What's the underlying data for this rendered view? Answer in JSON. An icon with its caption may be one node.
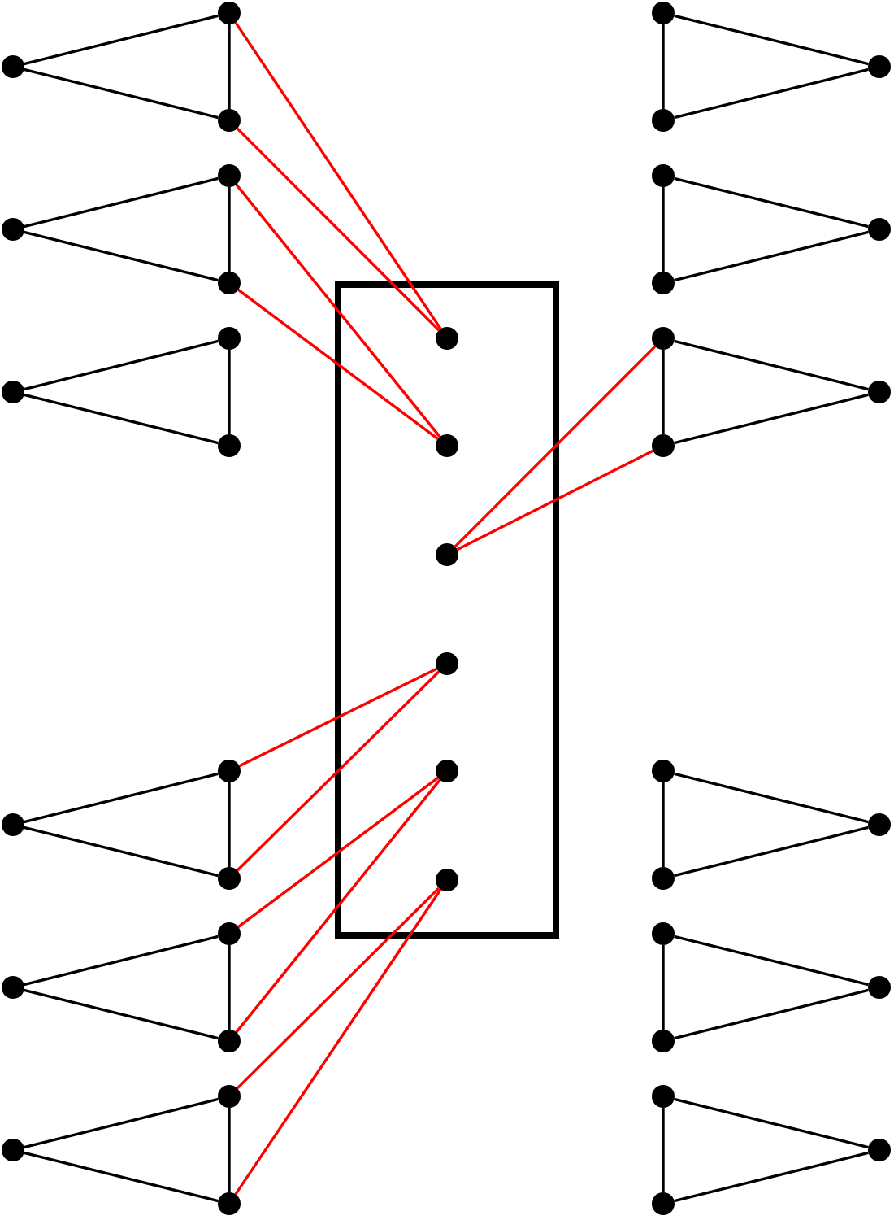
{
  "diagram": {
    "nodes": [
      {
        "text": [],
        "shape": "circle"
      },
      {
        "text": [],
        "shape": "circle"
      },
      {
        "text": [],
        "shape": "circle"
      },
      {
        "text": [],
        "shape": "circle"
      },
      {
        "text": [],
        "shape": "circle"
      },
      {
        "text": [],
        "shape": "circle"
      },
      {
        "text": [],
        "shape": "circle"
      },
      {
        "text": [],
        "shape": "circle"
      },
      {
        "text": [],
        "shape": "circle"
      },
      {
        "text": [],
        "shape": "circle"
      },
      {
        "text": [],
        "shape": "circle"
      },
      {
        "text": [],
        "shape": "circle"
      },
      {
        "text": [],
        "shape": "circle"
      },
      {
        "text": [],
        "shape": "circle"
      },
      {
        "text": [],
        "shape": "circle"
      },
      {
        "text": [],
        "shape": "circle"
      },
      {
        "text": [],
        "shape": "circle"
      },
      {
        "text": [],
        "shape": "circle"
      },
      {
        "text": [],
        "shape": "box"
      },
      {
        "text": [],
        "shape": "circle",
        "in": 18
      },
      {
        "text": [],
        "shape": "circle",
        "in": 18
      },
      {
        "text": [],
        "shape": "circle",
        "in": 18
      },
      {
        "text": [],
        "shape": "circle",
        "in": 18
      },
      {
        "text": [],
        "shape": "circle",
        "in": 18
      },
      {
        "text": [],
        "shape": "circle",
        "in": 18
      },
      {
        "text": [],
        "shape": "circle"
      },
      {
        "text": [],
        "shape": "circle"
      },
      {
        "text": [],
        "shape": "circle"
      },
      {
        "text": [],
        "shape": "circle"
      },
      {
        "text": [],
        "shape": "circle"
      },
      {
        "text": [],
        "shape": "circle"
      },
      {
        "text": [],
        "shape": "circle"
      },
      {
        "text": [],
        "shape": "circle"
      },
      {
        "text": [],
        "shape": "circle"
      },
      {
        "text": [],
        "shape": "circle"
      },
      {
        "text": [],
        "shape": "circle"
      },
      {
        "text": [],
        "shape": "circle"
      },
      {
        "text": [],
        "shape": "circle"
      },
      {
        "text": [],
        "shape": "circle"
      },
      {
        "text": [],
        "shape": "circle"
      },
      {
        "text": [],
        "shape": "circle"
      },
      {
        "text": [],
        "shape": "circle"
      },
      {
        "text": [],
        "shape": "circle"
      }
    ],
    "edges": [
      {
        "from": 0,
        "to": 1,
        "arrow": "none"
      },
      {
        "from": 1,
        "to": 2,
        "arrow": "none"
      },
      {
        "from": 0,
        "to": 2,
        "arrow": "none"
      },
      {
        "from": 3,
        "to": 4,
        "arrow": "none"
      },
      {
        "from": 4,
        "to": 5,
        "arrow": "none"
      },
      {
        "from": 3,
        "to": 5,
        "arrow": "none"
      },
      {
        "from": 6,
        "to": 7,
        "arrow": "none"
      },
      {
        "from": 7,
        "to": 8,
        "arrow": "none"
      },
      {
        "from": 6,
        "to": 8,
        "arrow": "none"
      },
      {
        "from": 9,
        "to": 10,
        "arrow": "none"
      },
      {
        "from": 10,
        "to": 11,
        "arrow": "none"
      },
      {
        "from": 9,
        "to": 11,
        "arrow": "none"
      },
      {
        "from": 12,
        "to": 13,
        "arrow": "none"
      },
      {
        "from": 13,
        "to": 14,
        "arrow": "none"
      },
      {
        "from": 12,
        "to": 14,
        "arrow": "none"
      },
      {
        "from": 15,
        "to": 16,
        "arrow": "none"
      },
      {
        "from": 16,
        "to": 17,
        "arrow": "none"
      },
      {
        "from": 15,
        "to": 17,
        "arrow": "none"
      },
      {
        "from": 25,
        "to": 26,
        "arrow": "none"
      },
      {
        "from": 26,
        "to": 27,
        "arrow": "none"
      },
      {
        "from": 25,
        "to": 27,
        "arrow": "none"
      },
      {
        "from": 28,
        "to": 29,
        "arrow": "none"
      },
      {
        "from": 29,
        "to": 30,
        "arrow": "none"
      },
      {
        "from": 28,
        "to": 30,
        "arrow": "none"
      },
      {
        "from": 31,
        "to": 32,
        "arrow": "none"
      },
      {
        "from": 32,
        "to": 33,
        "arrow": "none"
      },
      {
        "from": 31,
        "to": 33,
        "arrow": "none"
      },
      {
        "from": 34,
        "to": 35,
        "arrow": "none"
      },
      {
        "from": 35,
        "to": 36,
        "arrow": "none"
      },
      {
        "from": 34,
        "to": 36,
        "arrow": "none"
      },
      {
        "from": 37,
        "to": 38,
        "arrow": "none"
      },
      {
        "from": 38,
        "to": 39,
        "arrow": "none"
      },
      {
        "from": 37,
        "to": 39,
        "arrow": "none"
      },
      {
        "from": 40,
        "to": 41,
        "arrow": "none"
      },
      {
        "from": 41,
        "to": 42,
        "arrow": "none"
      },
      {
        "from": 40,
        "to": 42,
        "arrow": "none"
      },
      {
        "from": 0,
        "to": 19,
        "arrow": "none",
        "color": "#ff0000"
      },
      {
        "from": 2,
        "to": 19,
        "arrow": "none",
        "color": "#ff0000"
      },
      {
        "from": 3,
        "to": 20,
        "arrow": "none",
        "color": "#ff0000"
      },
      {
        "from": 5,
        "to": 20,
        "arrow": "none",
        "color": "#ff0000"
      },
      {
        "from": 21,
        "to": 31,
        "arrow": "none",
        "color": "#ff0000"
      },
      {
        "from": 21,
        "to": 33,
        "arrow": "none",
        "color": "#ff0000"
      },
      {
        "from": 9,
        "to": 22,
        "arrow": "none",
        "color": "#ff0000"
      },
      {
        "from": 11,
        "to": 22,
        "arrow": "none",
        "color": "#ff0000"
      },
      {
        "from": 12,
        "to": 23,
        "arrow": "none",
        "color": "#ff0000"
      },
      {
        "from": 14,
        "to": 23,
        "arrow": "none",
        "color": "#ff0000"
      },
      {
        "from": 15,
        "to": 24,
        "arrow": "none",
        "color": "#ff0000"
      },
      {
        "from": 17,
        "to": 24,
        "arrow": "none",
        "color": "#ff0000"
      }
    ]
  }
}
